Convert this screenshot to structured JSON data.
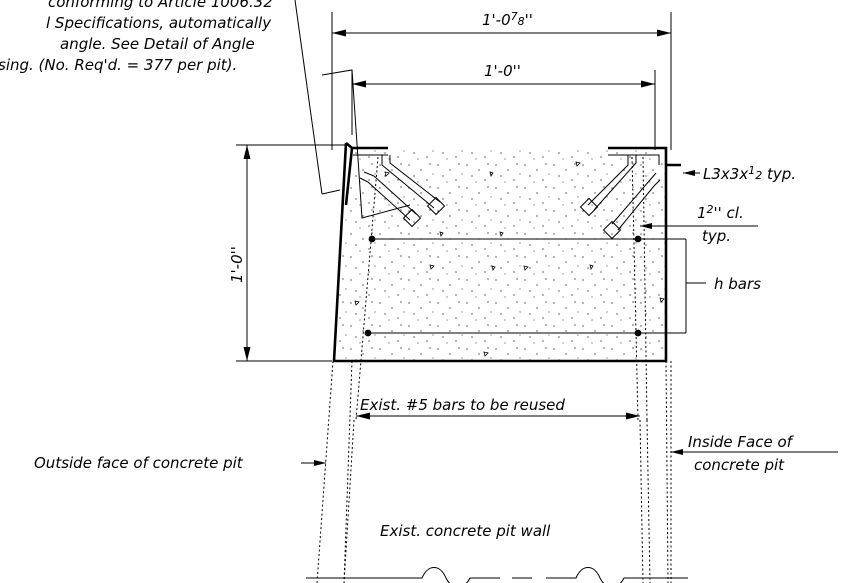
{
  "note": {
    "lines": [
      "conforming to Article 1006.32",
      "l Specifications, automatically",
      "angle. See Detail of Angle",
      "sing. (No. Req'd. = 377 per pit)."
    ]
  },
  "dimensions": {
    "overall_width": {
      "main": "1'-0",
      "num": "7",
      "den": "8",
      "tail": "''"
    },
    "inner_width": "1'-0''",
    "height": "1'-0''"
  },
  "callouts": {
    "angle": {
      "main": "L3x3x",
      "num": "1",
      "den": "2",
      "tail": " typ."
    },
    "clear_cover": {
      "num": "1",
      "den": "2",
      "tail": "'' cl."
    },
    "clear_cover_typ": "typ.",
    "h_bars": "h bars",
    "existing_bars": "Exist. #5 bars to be reused",
    "outside_face": "Outside face of concrete pit",
    "inside_face_1": "Inside Face of",
    "inside_face_2": "concrete pit",
    "pit_wall": "Exist. concrete pit wall"
  },
  "colors": {
    "ink": "#000000",
    "paper": "#ffffff"
  }
}
